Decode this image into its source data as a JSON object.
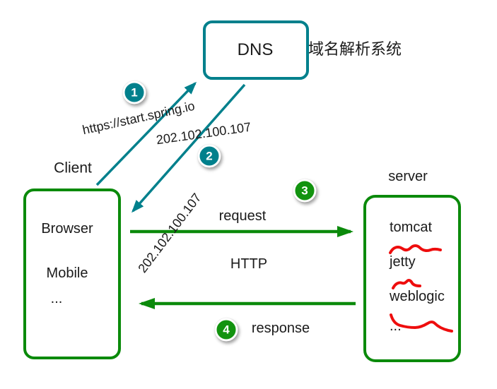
{
  "dns": {
    "label": "DNS",
    "caption": "域名解析系统"
  },
  "client": {
    "caption": "Client",
    "items": [
      "Browser",
      "Mobile",
      "..."
    ]
  },
  "server": {
    "caption": "server",
    "items": [
      "tomcat",
      "jetty",
      "weblogic",
      "..."
    ]
  },
  "flows": {
    "step1": {
      "badge": "1",
      "label": "https://start.spring.io"
    },
    "step2": {
      "badge": "2",
      "label": "202.102.100.107"
    },
    "step3": {
      "badge": "3",
      "label": "request"
    },
    "step4": {
      "badge": "4",
      "label": "response"
    },
    "ip_on_client_arrow": "202.102.100.107",
    "protocol": "HTTP"
  },
  "colors": {
    "teal": "#00808c",
    "green": "#0b8a0b",
    "badge_green": "#12930f",
    "red": "#ee0d0d",
    "text": "#1b1b1b"
  }
}
